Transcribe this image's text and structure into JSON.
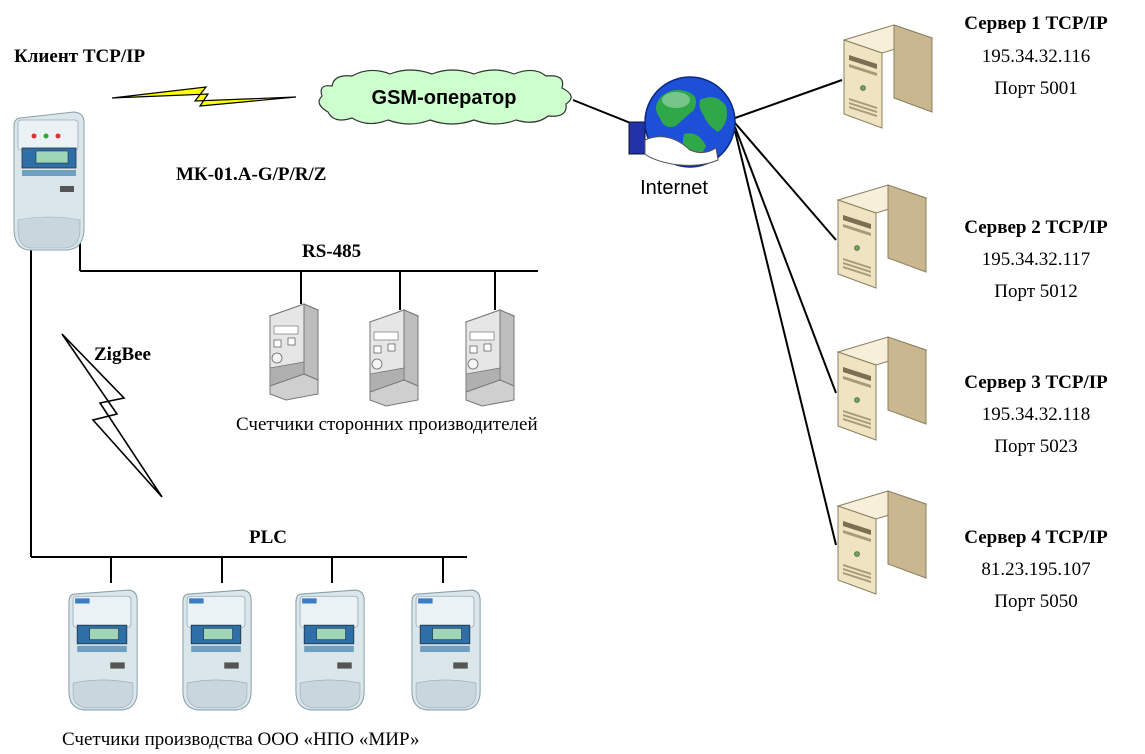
{
  "client": {
    "title": "Клиент TCP/IP",
    "model": "МК-01.A-G/P/R/Z"
  },
  "gsm": {
    "label": "GSM-оператор"
  },
  "internet": {
    "label": "Internet"
  },
  "buses": {
    "rs485": "RS-485",
    "zigbee": "ZigBee",
    "plc": "PLC"
  },
  "third_party_meters": {
    "caption": "Счетчики сторонних производителей",
    "count": 3
  },
  "mir_meters": {
    "caption": "Счетчики производства ООО «НПО «МИР»",
    "count": 4
  },
  "servers": [
    {
      "title": "Сервер 1 TCP/IP",
      "ip": "195.34.32.116",
      "port": "Порт 5001"
    },
    {
      "title": "Сервер 2 TCP/IP",
      "ip": "195.34.32.117",
      "port": "Порт 5012"
    },
    {
      "title": "Сервер 3 TCP/IP",
      "ip": "195.34.32.118",
      "port": "Порт 5023"
    },
    {
      "title": "Сервер 4 TCP/IP",
      "ip": "81.23.195.107",
      "port": "Порт 5050"
    }
  ],
  "colors": {
    "bolt": "#ffff00",
    "cloud": "#ccffcc",
    "globe_ocean": "#1e4fd8",
    "globe_land": "#2fa84a",
    "server_body": "#f0e4c4",
    "meter_body": "#d7e4ea"
  }
}
